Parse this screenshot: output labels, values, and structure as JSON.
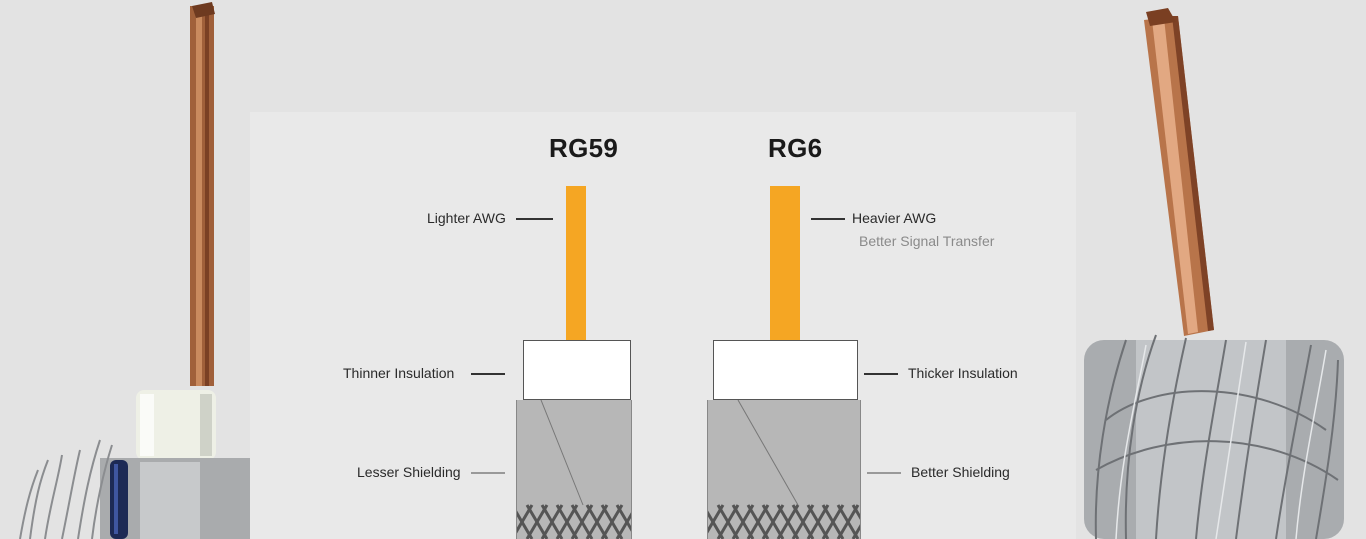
{
  "diagram": {
    "columns": [
      {
        "title": "RG59",
        "conductor_label": "Lighter AWG",
        "insulation_label": "Thinner Insulation",
        "shielding_label": "Lesser Shielding"
      },
      {
        "title": "RG6",
        "conductor_label": "Heavier AWG",
        "conductor_sublabel": "Better Signal Transfer",
        "insulation_label": "Thicker Insulation",
        "shielding_label": "Better Shielding"
      }
    ]
  },
  "colors": {
    "background": "#e3e3e3",
    "conductor": "#f5a623",
    "copper": "#b87333",
    "shielding": "#b7b7b7"
  }
}
